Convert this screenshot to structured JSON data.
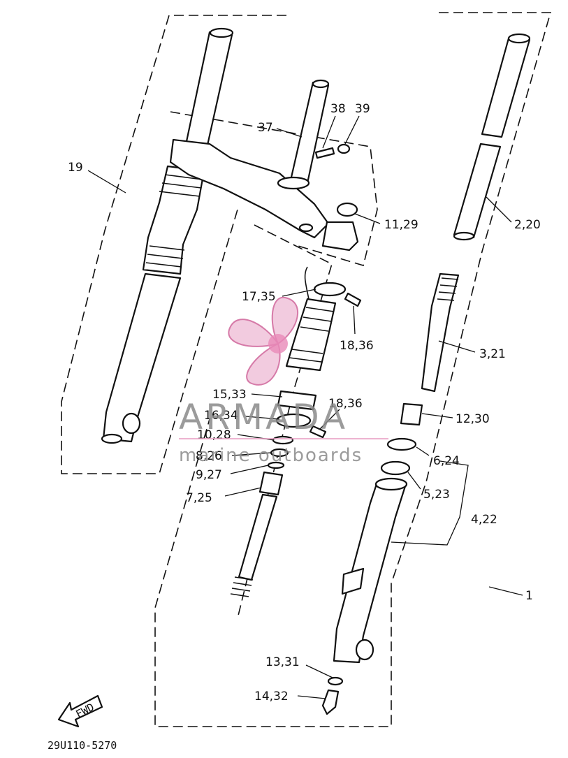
{
  "diagram": {
    "part_labels": {
      "p1": "1",
      "p19": "19",
      "p37": "37",
      "p38": "38",
      "p39": "39",
      "p11_29": "11,29",
      "p2_20": "2,20",
      "p17_35": "17,35",
      "p18_36_upper": "18,36",
      "p3_21": "3,21",
      "p15_33": "15,33",
      "p18_36_lower": "18,36",
      "p16_34": "16,34",
      "p12_30": "12,30",
      "p10_28": "10,28",
      "p8_26": "8,26",
      "p6_24": "6,24",
      "p9_27": "9,27",
      "p5_23": "5,23",
      "p7_25": "7,25",
      "p4_22": "4,22",
      "p13_31": "13,31",
      "p14_32": "14,32"
    },
    "fwd_label": "FWD",
    "drawing_code": "29U110-5270"
  },
  "watermark": {
    "brand": "ARMADA",
    "tagline": "marine outboards",
    "color": "#e8a0c4"
  }
}
